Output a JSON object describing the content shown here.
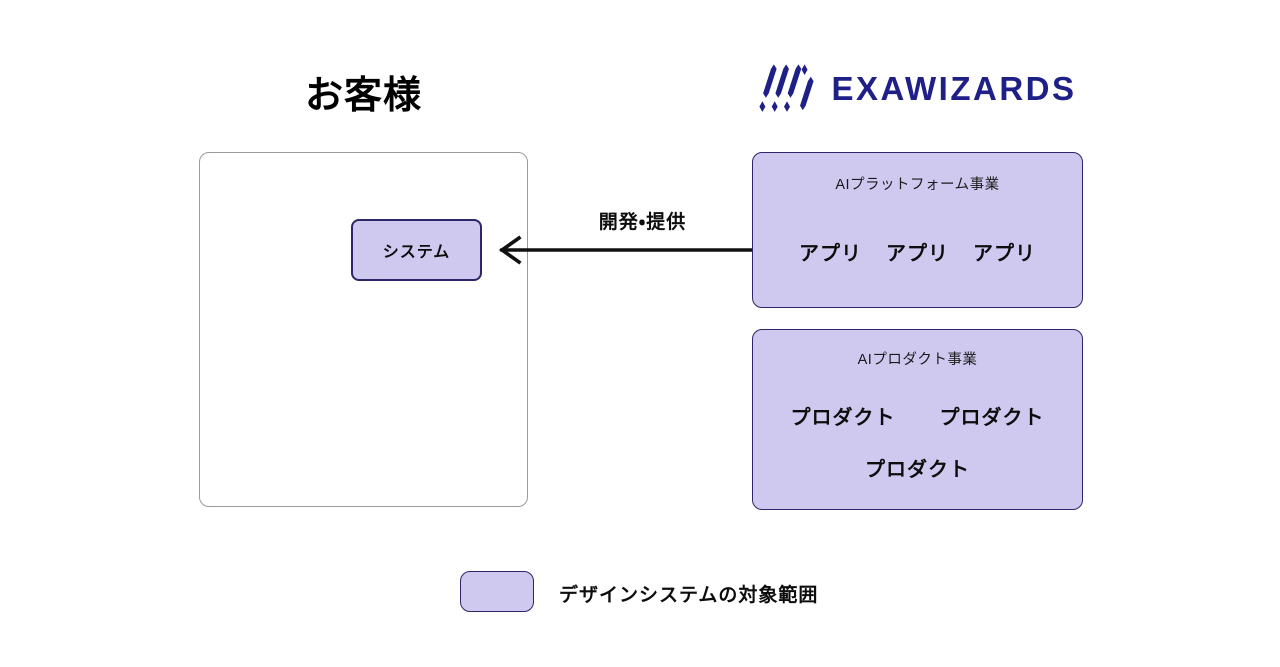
{
  "customer": {
    "title": "お客様",
    "system_label": "システム"
  },
  "logo": {
    "text": "EXAWIZARDS"
  },
  "arrow": {
    "label": "開発・提供",
    "direction": "right-to-left"
  },
  "platform_box": {
    "title": "AIプラットフォーム事業",
    "apps": [
      "アプリ",
      "アプリ",
      "アプリ"
    ]
  },
  "product_box": {
    "title": "AIプロダクト事業",
    "products_row1": [
      "プロダクト",
      "プロダクト"
    ],
    "products_row2": [
      "プロダクト"
    ]
  },
  "legend": {
    "label": "デザインシステムの対象範囲"
  },
  "colors": {
    "box_fill": "#cfc9f0",
    "box_border": "#2b2768",
    "boundary_border": "#9b9b9b",
    "arrow_black": "#111111",
    "logo_navy": "#1f2087",
    "text_black": "#0d0d0d"
  }
}
